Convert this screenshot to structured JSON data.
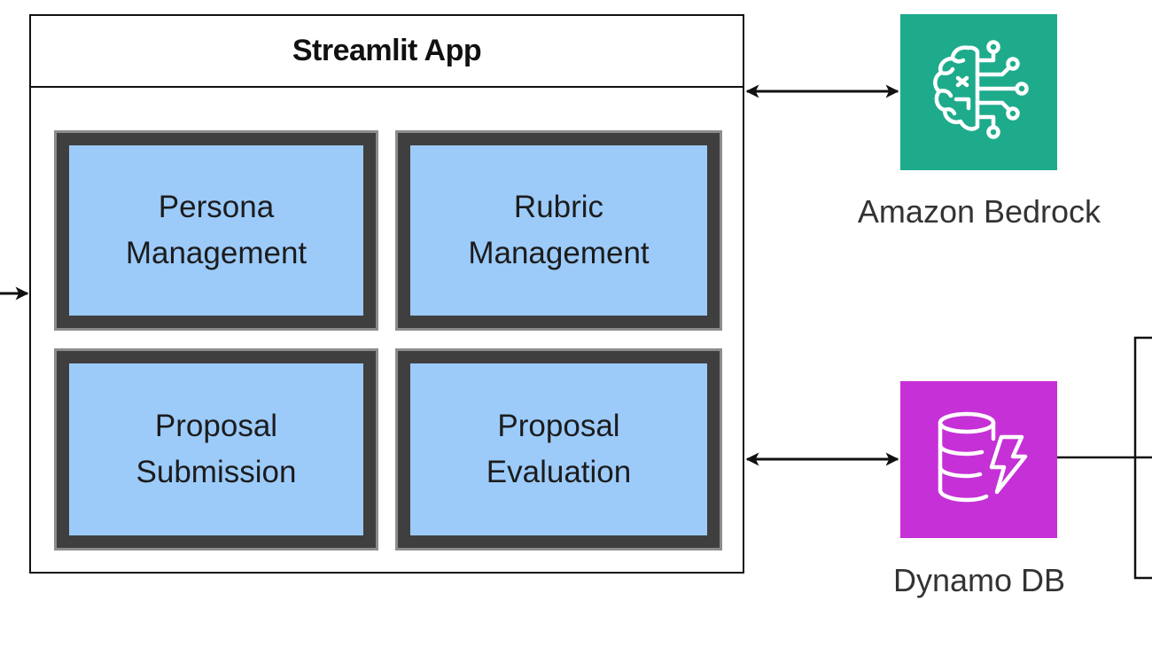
{
  "app": {
    "title": "Streamlit App"
  },
  "modules": [
    {
      "line1": "Persona",
      "line2": "Management"
    },
    {
      "line1": "Rubric",
      "line2": "Management"
    },
    {
      "line1": "Proposal",
      "line2": "Submission"
    },
    {
      "line1": "Proposal",
      "line2": "Evaluation"
    }
  ],
  "services": {
    "bedrock": {
      "label": "Amazon Bedrock",
      "icon": "bedrock-brain-circuit-icon",
      "color": "#1eab8c"
    },
    "dynamodb": {
      "label": "Dynamo DB",
      "icon": "dynamodb-database-lightning-icon",
      "color": "#c531d6"
    }
  },
  "colors": {
    "module_fill": "#9ccbfa",
    "module_border": "#3f3f3f",
    "line": "#111111"
  }
}
